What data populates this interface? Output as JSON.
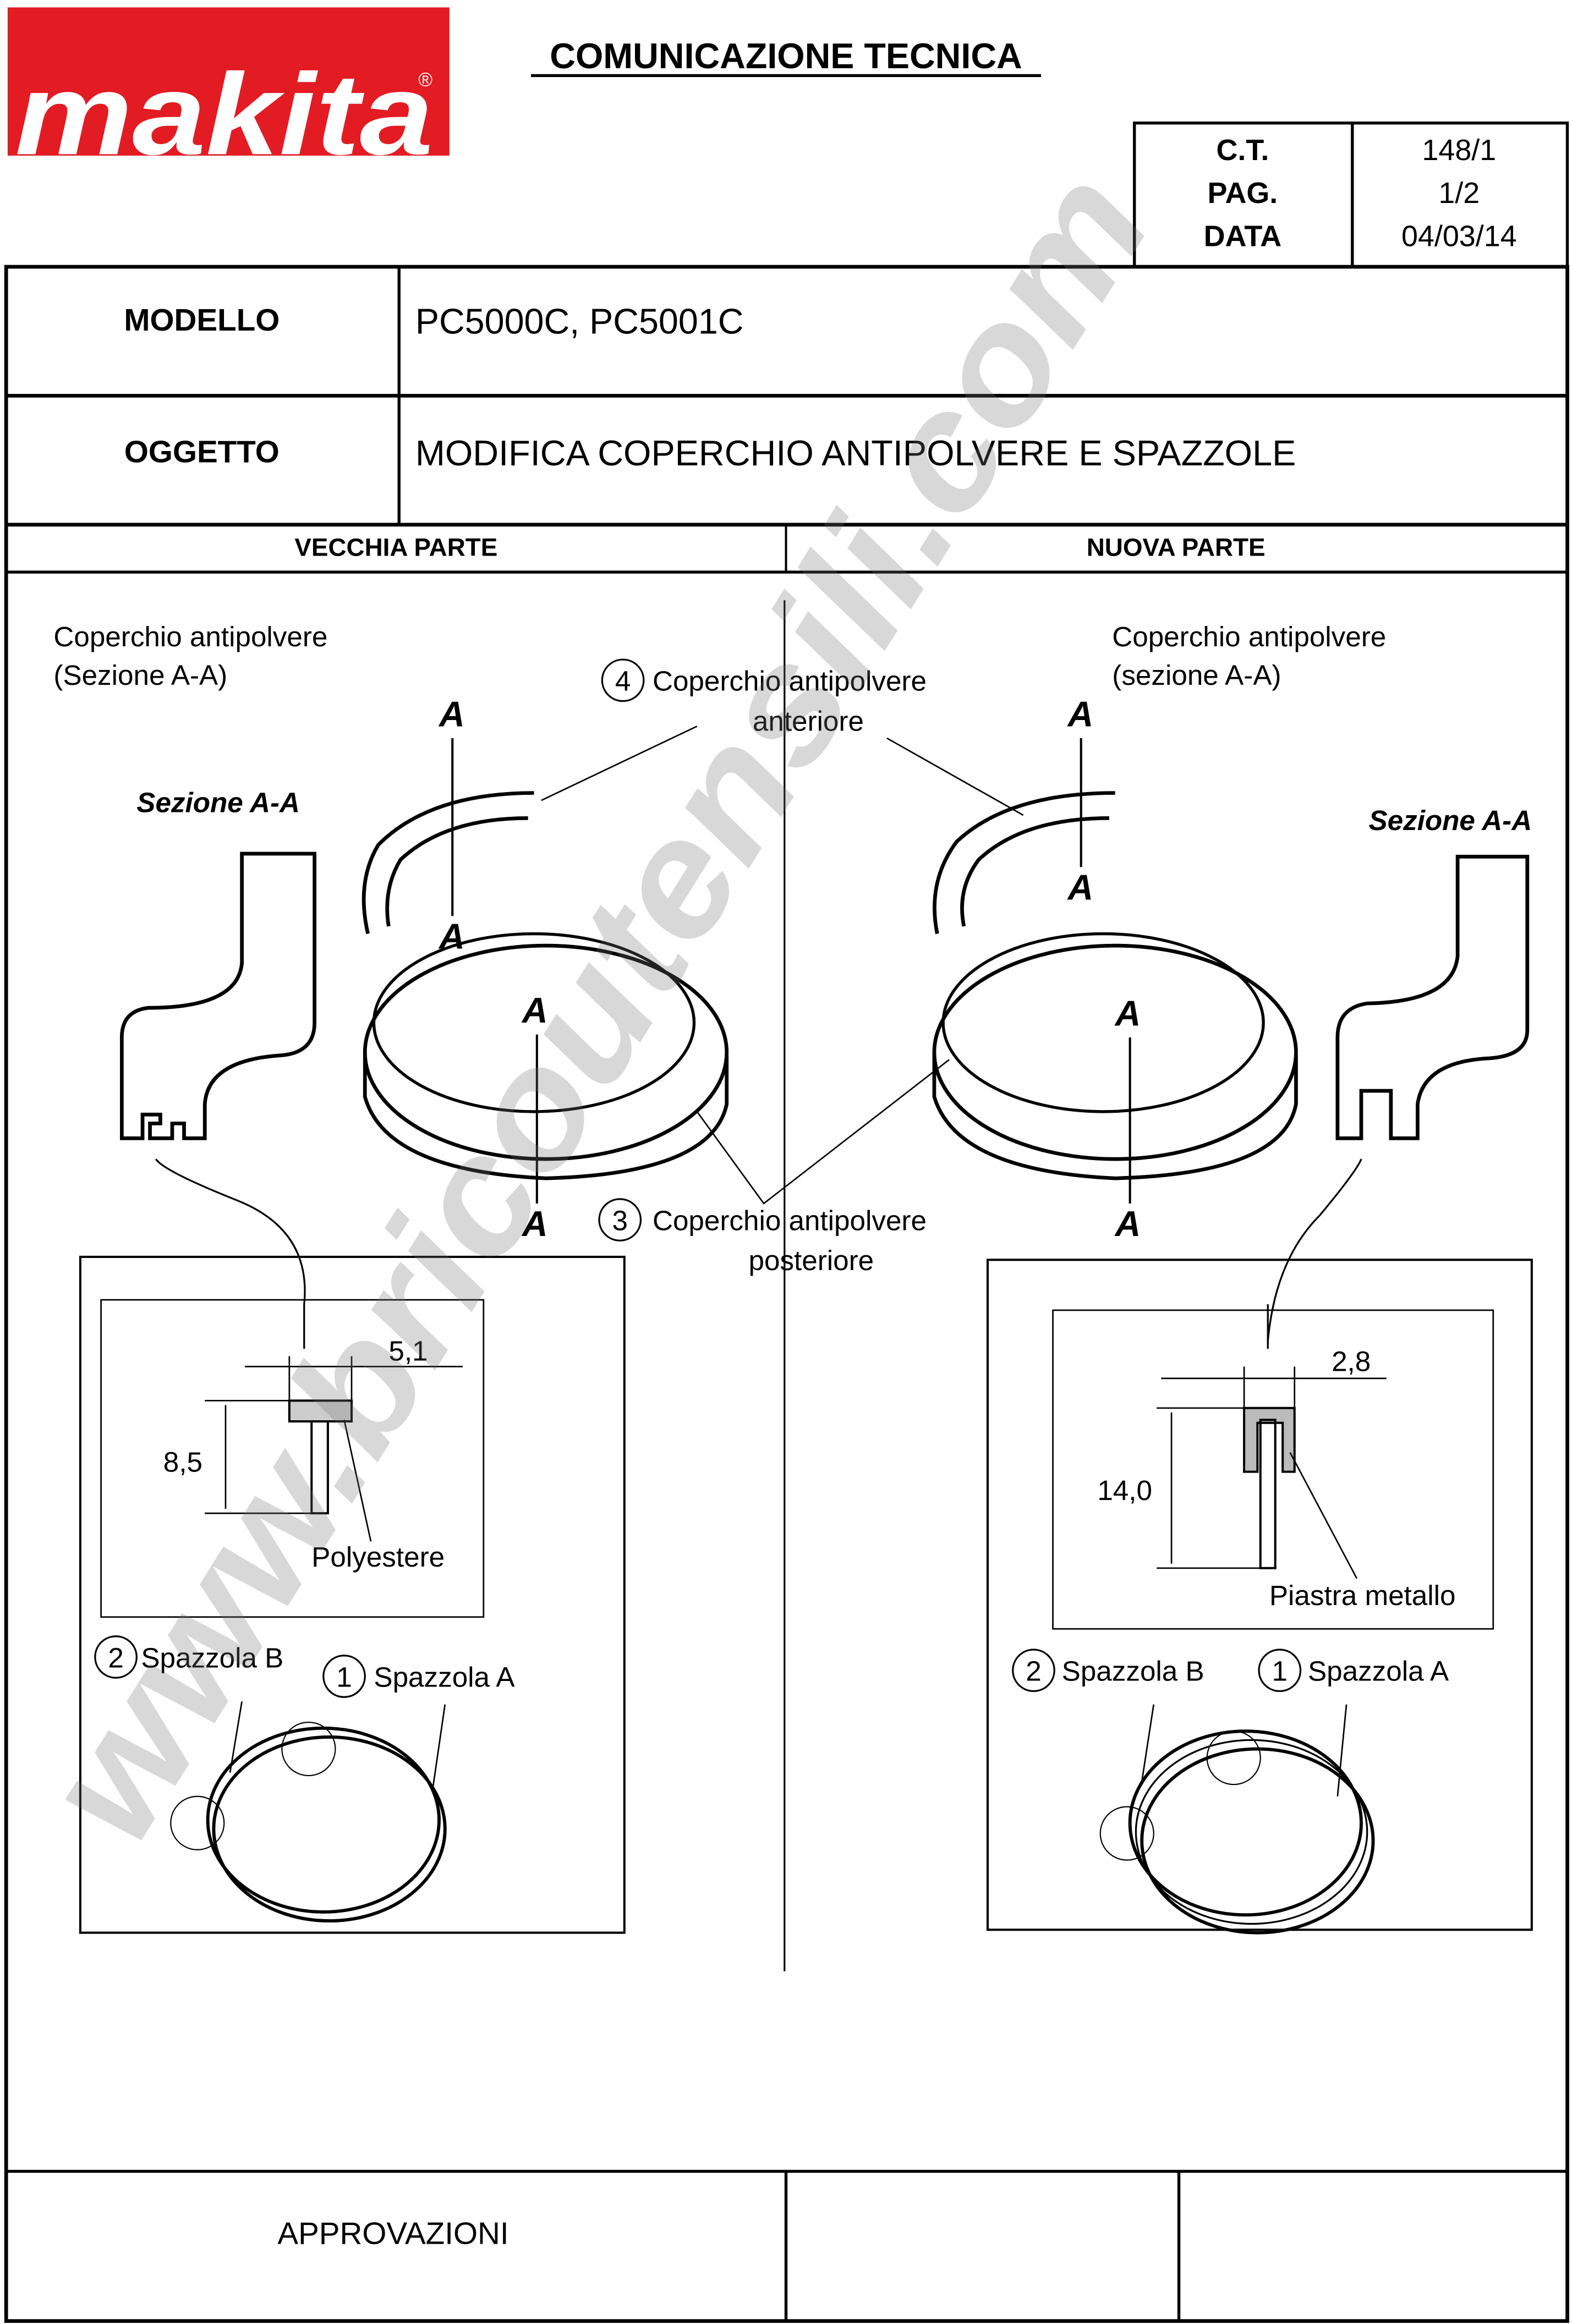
{
  "logo": {
    "text": "makita",
    "registered": "®",
    "color": "#e31b23"
  },
  "title": "COMUNICAZIONE TECNICA",
  "ref": {
    "rows": [
      {
        "label": "C.T.",
        "value": "148/1"
      },
      {
        "label": "PAG.",
        "value": "1/2"
      },
      {
        "label": "DATA",
        "value": "04/03/14"
      }
    ]
  },
  "modello": {
    "label": "MODELLO",
    "value": "PC5000C, PC5001C"
  },
  "oggetto": {
    "label": "OGGETTO",
    "value": "MODIFICA COPERCHIO ANTIPOLVERE E SPAZZOLE"
  },
  "columns": {
    "old": "VECCHIA PARTE",
    "new": "NUOVA PARTE"
  },
  "old": {
    "caption1": "Coperchio antipolvere",
    "caption2": "(Sezione A-A)",
    "section": "Sezione A-A",
    "dim_w": "5,1",
    "dim_h": "8,5",
    "material": "Polyestere",
    "brush_b_num": "2",
    "brush_b": "Spazzola B",
    "brush_a_num": "1",
    "brush_a": "Spazzola A"
  },
  "new": {
    "caption1": "Coperchio antipolvere",
    "caption2": "(sezione A-A)",
    "section": "Sezione A-A",
    "dim_w": "2,8",
    "dim_h": "14,0",
    "material": "Piastra metallo",
    "brush_b_num": "2",
    "brush_b": "Spazzola B",
    "brush_a_num": "1",
    "brush_a": "Spazzola A"
  },
  "callouts": {
    "front_num": "4",
    "front_1": "Coperchio antipolvere",
    "front_2": "anteriore",
    "rear_num": "3",
    "rear_1": "Coperchio antipolvere",
    "rear_2": "posteriore",
    "section_mark": "A"
  },
  "footer": {
    "approvals": "APPROVAZIONI"
  },
  "watermark": "www.bricoutensili.com"
}
